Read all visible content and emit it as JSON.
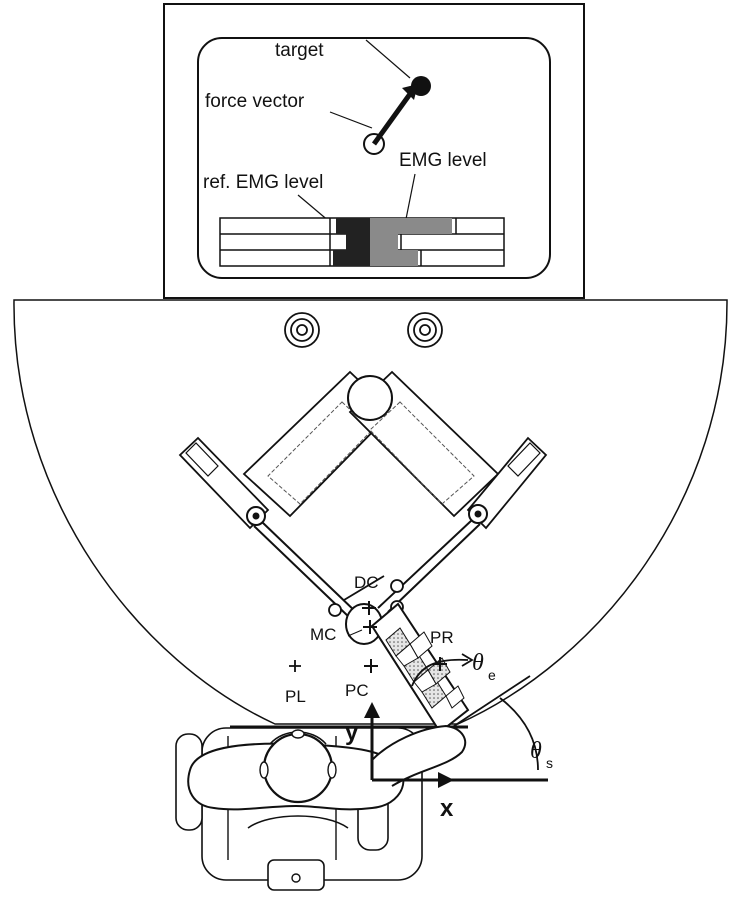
{
  "monitor": {
    "target_label": "target",
    "force_vector_label": "force vector",
    "ref_emg_label": "ref. EMG level",
    "emg_label": "EMG level"
  },
  "points": {
    "dc": "DC",
    "mc": "MC",
    "pc": "PC",
    "pr": "PR",
    "pl": "PL"
  },
  "axes": {
    "x": "x",
    "y": "y",
    "theta_e_symbol": "θ",
    "theta_e_sub": "e",
    "theta_s_symbol": "θ",
    "theta_s_sub": "s"
  }
}
